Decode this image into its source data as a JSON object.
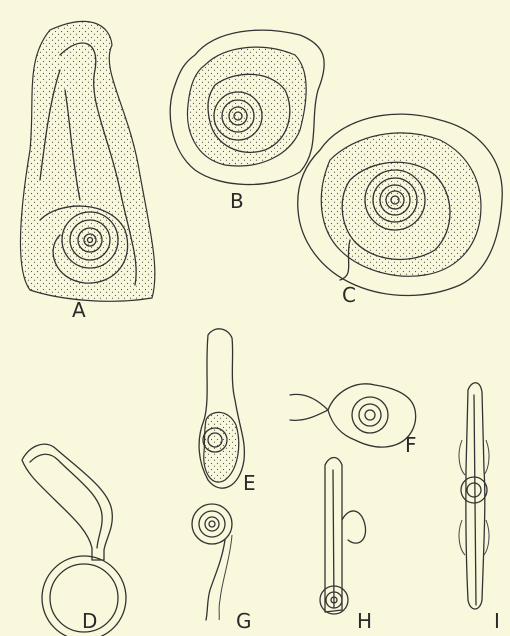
{
  "figure": {
    "labels": {
      "A": "A",
      "B": "B",
      "C": "C",
      "D": "D",
      "E": "E",
      "F": "F",
      "G": "G",
      "H": "H",
      "I": "I"
    },
    "colors": {
      "background": "#f9f7dc",
      "ink": "#333333"
    }
  }
}
